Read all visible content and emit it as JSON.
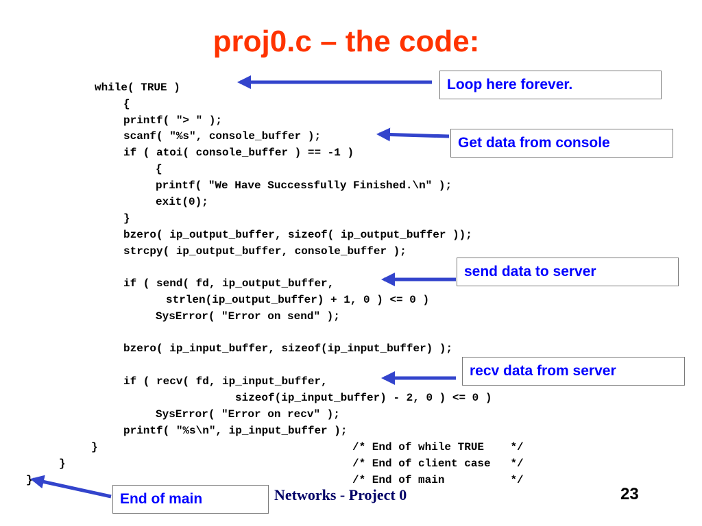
{
  "slide": {
    "title": "proj0.c – the code:",
    "footer": "Networks - Project 0",
    "page_number": "23",
    "colors": {
      "title": "#ff3300",
      "callout_text": "#0000ff",
      "arrow": "#3344cc"
    }
  },
  "code": {
    "lines": [
      "while( TRUE )",
      "{",
      "printf( \"> \" );",
      "scanf( \"%s\", console_buffer );",
      "if ( atoi( console_buffer ) == -1 )",
      "{",
      "printf( \"We Have Successfully Finished.\\n\" );",
      "exit(0);",
      "}",
      "bzero( ip_output_buffer, sizeof( ip_output_buffer ));",
      "strcpy( ip_output_buffer, console_buffer );",
      "if ( send( fd, ip_output_buffer,",
      "strlen(ip_output_buffer) + 1, 0 ) <= 0 )",
      "SysError( \"Error on send\" );",
      "bzero( ip_input_buffer, sizeof(ip_input_buffer) );",
      "if ( recv( fd, ip_input_buffer,",
      "sizeof(ip_input_buffer) - 2, 0 ) <= 0 )",
      "SysError( \"Error on recv\" );",
      "printf( \"%s\\n\", ip_input_buffer );",
      "}",
      "/* End of while TRUE    */",
      "}",
      "/* End of client case   */",
      "}",
      "/* End of main          */"
    ]
  },
  "callouts": {
    "loop": "Loop here forever.",
    "console": "Get data from console",
    "send": "send data to server",
    "recv": "recv data from server",
    "main": "End of main"
  }
}
